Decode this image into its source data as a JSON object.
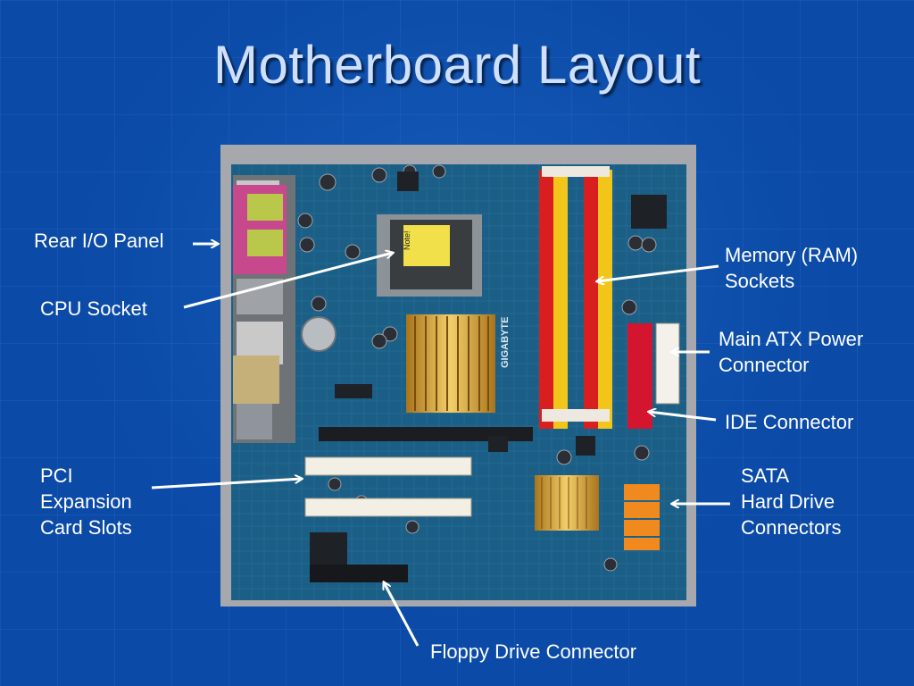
{
  "title": "Motherboard Layout",
  "labels": {
    "rear_io": "Rear I/O Panel",
    "cpu_socket": "CPU Socket",
    "pci_line1": "PCI",
    "pci_line2": "Expansion",
    "pci_line3": "Card Slots",
    "memory_line1": "Memory (RAM)",
    "memory_line2": "Sockets",
    "atx_line1": "Main ATX Power",
    "atx_line2": "Connector",
    "ide": "IDE Connector",
    "sata_line1": "SATA",
    "sata_line2": "Hard Drive",
    "sata_line3": "Connectors",
    "floppy": "Floppy Drive Connector"
  },
  "board": {
    "cpu_sticker": "Note!",
    "brand": "GIGABYTE"
  },
  "colors": {
    "background": "#0b4aa6",
    "pcb": "#1c5f86",
    "ram_red": "#d81e1e",
    "ram_yellow": "#f2c51b",
    "ide_red": "#d3152f",
    "sata_orange": "#f08a1e",
    "heatsink_gold": "#d8a23a"
  }
}
